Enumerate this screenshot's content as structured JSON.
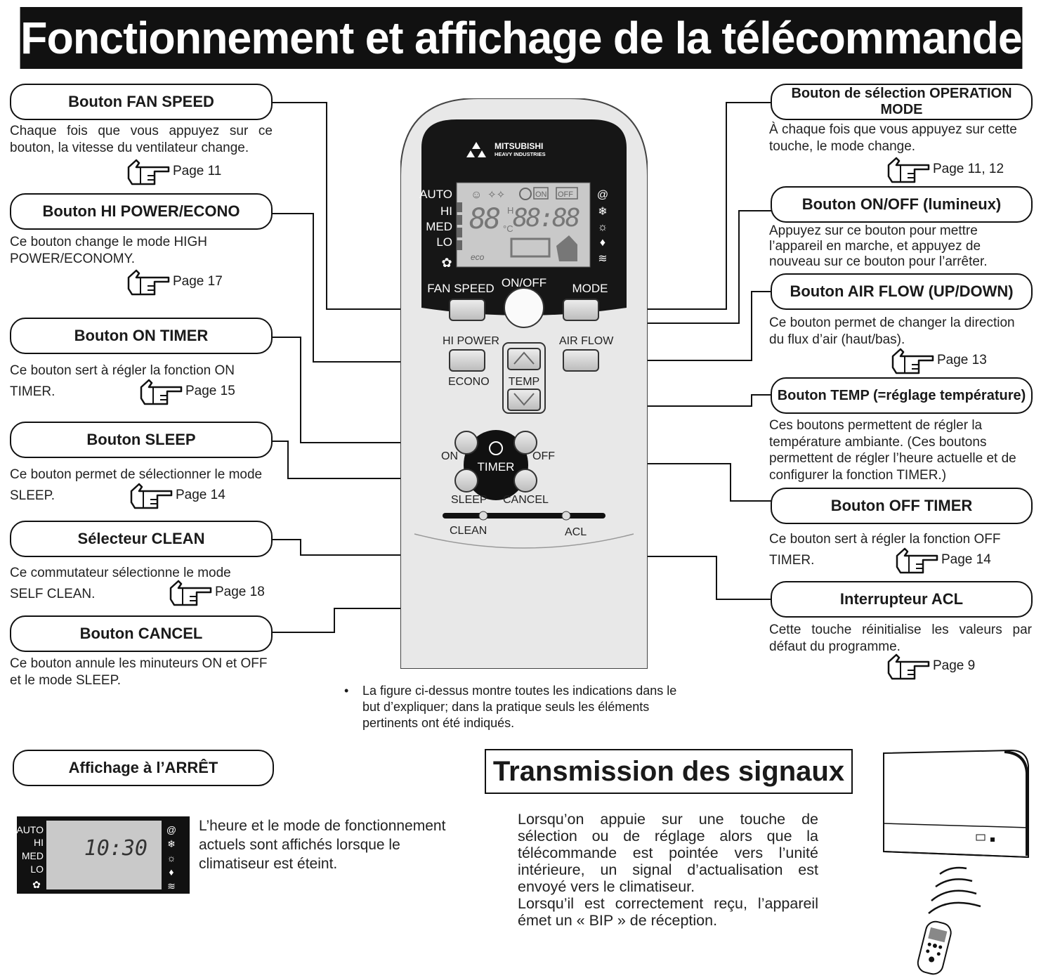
{
  "title": "Fonctionnement et affichage de la télécommande",
  "left": [
    {
      "label": "Bouton FAN SPEED",
      "desc": "Chaque fois que vous appuyez sur ce bouton, la vitesse du ventilateur change.",
      "page": "Page 11"
    },
    {
      "label": "Bouton HI POWER/ECONO",
      "desc": "Ce bouton change le mode HIGH POWER/ECONOMY.",
      "page": "Page 17"
    },
    {
      "label": "Bouton ON TIMER",
      "desc": "Ce bouton sert à régler la fonction ON TIMER.",
      "page": "Page 15"
    },
    {
      "label": "Bouton SLEEP",
      "desc": "Ce bouton permet de sélectionner le mode SLEEP.",
      "page": "Page 14"
    },
    {
      "label": "Sélecteur CLEAN",
      "desc": "Ce commutateur sélectionne le mode SELF CLEAN.",
      "page": "Page 18"
    },
    {
      "label": "Bouton CANCEL",
      "desc": "Ce bouton annule les minuteurs ON et OFF et le mode SLEEP.",
      "page": ""
    }
  ],
  "right": [
    {
      "label": "Bouton de sélection OPERATION MODE",
      "desc": "À chaque fois que vous appuyez sur cette touche, le mode change.",
      "page": "Page 11, 12"
    },
    {
      "label": "Bouton ON/OFF (lumineux)",
      "desc": "Appuyez sur ce bouton pour mettre l’appareil en marche, et appuyez de nouveau sur ce bouton pour l’arrêter.",
      "page": ""
    },
    {
      "label": "Bouton AIR FLOW (UP/DOWN)",
      "desc": "Ce bouton permet de changer la direction du flux d’air (haut/bas).",
      "page": "Page 13"
    },
    {
      "label": "Bouton TEMP (=réglage température)",
      "desc": "Ces boutons permettent de régler la température ambiante. (Ces boutons permettent de régler l’heure actuelle et de configurer la fonction TIMER.)",
      "page": ""
    },
    {
      "label": "Bouton OFF TIMER",
      "desc": "Ce bouton sert à régler la fonction OFF TIMER.",
      "page": "Page 14"
    },
    {
      "label": "Interrupteur ACL",
      "desc": "Cette touche réinitialise les valeurs par défaut du programme.",
      "page": "Page 9"
    }
  ],
  "remote": {
    "brand": "MITSUBISHI",
    "brand_sub": "HEAVY INDUSTRIES",
    "fan_levels": [
      "AUTO",
      "HI",
      "MED",
      "LO"
    ],
    "lcd_temp": "88",
    "lcd_time": "88:88",
    "lcd_on": "ON",
    "lcd_off": "OFF",
    "lcd_h": "H",
    "lcd_c": "°C",
    "lcd_eco": "eco",
    "btn_fan_speed": "FAN SPEED",
    "btn_onoff": "ON/OFF",
    "btn_mode": "MODE",
    "btn_hipower": "HI POWER",
    "btn_econo": "ECONO",
    "btn_airflow": "AIR FLOW",
    "btn_temp": "TEMP",
    "btn_on": "ON",
    "btn_off": "OFF",
    "btn_timer": "TIMER",
    "btn_sleep": "SLEEP",
    "btn_cancel": "CANCEL",
    "btn_clean": "CLEAN",
    "btn_acl": "ACL"
  },
  "note": "La figure ci-dessus montre toutes les indications dans le but d’expliquer; dans la pratique seuls les éléments pertinents ont été indiqués.",
  "off_display": {
    "label": "Affichage à l’ARRÊT",
    "levels": [
      "AUTO",
      "HI",
      "MED",
      "LO"
    ],
    "time": "10:30",
    "text": "L’heure et le mode de fonctionnement actuels sont affichés lorsque le climatiseur est éteint."
  },
  "transmission": {
    "title": "Transmission des signaux",
    "text1": "Lorsqu’on appuie sur une touche de sélection ou de réglage alors que la télécommande est pointée vers l’unité intérieure, un signal d’actualisation est envoyé vers le climatiseur.",
    "text2": "Lorsqu’il est correctement reçu, l’appareil émet un « BIP » de réception."
  },
  "icons": [
    "pointing-hand-icon",
    "fan-icon",
    "auto-mode-icon",
    "cool-snowflake-icon",
    "heat-sun-icon",
    "dry-drop-icon",
    "fan-mode-icon",
    "clock-icon",
    "sleep-face-icon",
    "sparkle-clean-icon"
  ]
}
